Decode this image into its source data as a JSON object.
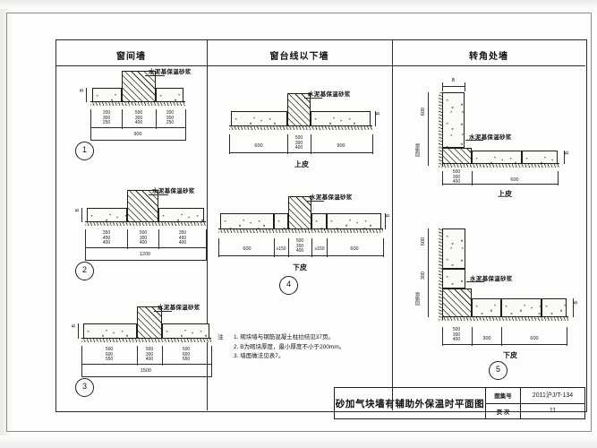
{
  "sheet": {
    "panels": [
      {
        "title": "窗间墙"
      },
      {
        "title": "窗台线以下墙"
      },
      {
        "title": "转角处墙"
      }
    ]
  },
  "callout_label": "水泥基保温砂浆",
  "details": {
    "d1": {
      "marker": "1",
      "callout": "水泥基保温砂浆",
      "height_dim": "B",
      "stacks": [
        "200\n300\n250",
        "500\n300\n400",
        "200\n300\n250"
      ],
      "total": "900"
    },
    "d2": {
      "marker": "2",
      "callout": "水泥基保温砂浆",
      "height_dim": "B",
      "stacks": [
        "350\n450\n400",
        "500\n300\n400",
        "350\n450\n400"
      ],
      "total": "1200"
    },
    "d3": {
      "marker": "3",
      "callout": "水泥基保温砂浆",
      "height_dim": "B",
      "stacks": [
        "500\n600\n550",
        "500\n300\n400",
        "500\n600\n550"
      ],
      "total": "1500"
    },
    "d4_upper": {
      "caption": "上皮",
      "callout": "水泥基保温砂浆",
      "height_dim": "B",
      "dims": [
        "600",
        "500\n300\n400",
        "900"
      ]
    },
    "d4_lower": {
      "caption": "下皮",
      "callout": "水泥基保温砂浆",
      "height_dim": "B",
      "dims": [
        "600",
        "≥150",
        "500\n300\n400",
        "≥150",
        "600"
      ],
      "marker": "4"
    },
    "d5_upper": {
      "caption": "上皮",
      "callout": "水泥基保温砂浆",
      "top_dim": "B",
      "v_dims": [
        "600",
        "回填层"
      ],
      "h_dims": [
        "500\n300\n400",
        "600"
      ],
      "right_dim": "B"
    },
    "d5_lower": {
      "caption": "下皮",
      "callout": "水泥基保温砂浆",
      "marker": "5",
      "v_dims": [
        "600",
        "300",
        "回填层"
      ],
      "h_dims": [
        "500\n300\n400",
        "300",
        "600"
      ],
      "right_dim": "B"
    }
  },
  "notes": {
    "head": "注",
    "items": [
      "1. 砌块墙与钢筋混凝土柱拉结见37页。",
      "2. B为砌块厚度，最小厚度不小于200mm。",
      "3. 墙面做法见表7。"
    ]
  },
  "title_block": {
    "title": "砂加气块墙有辅助外保温时平面图",
    "rows": [
      {
        "key": "图集号",
        "value": "2011沪J/T-134"
      },
      {
        "key": "页 次",
        "value": "11"
      }
    ]
  }
}
